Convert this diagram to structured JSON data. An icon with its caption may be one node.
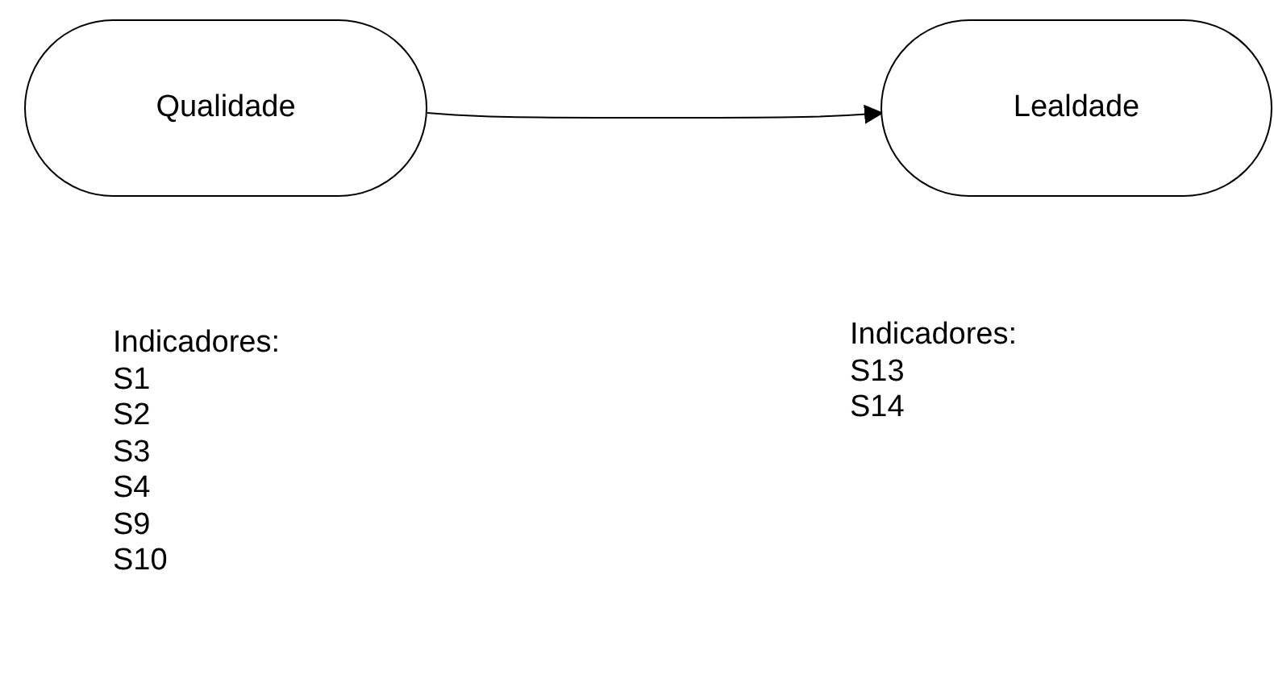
{
  "diagram": {
    "nodes": [
      {
        "text": [
          "Qualidade"
        ]
      },
      {
        "text": [
          "Lealdade"
        ]
      }
    ],
    "edges": [
      {
        "from": 0,
        "to": 1,
        "arrow": "to"
      }
    ],
    "labels": [
      "Indicadores:",
      "S1",
      "S2",
      "S3",
      "S4",
      "S9",
      "S10",
      "Indicadores:",
      "S13",
      "S14"
    ]
  }
}
